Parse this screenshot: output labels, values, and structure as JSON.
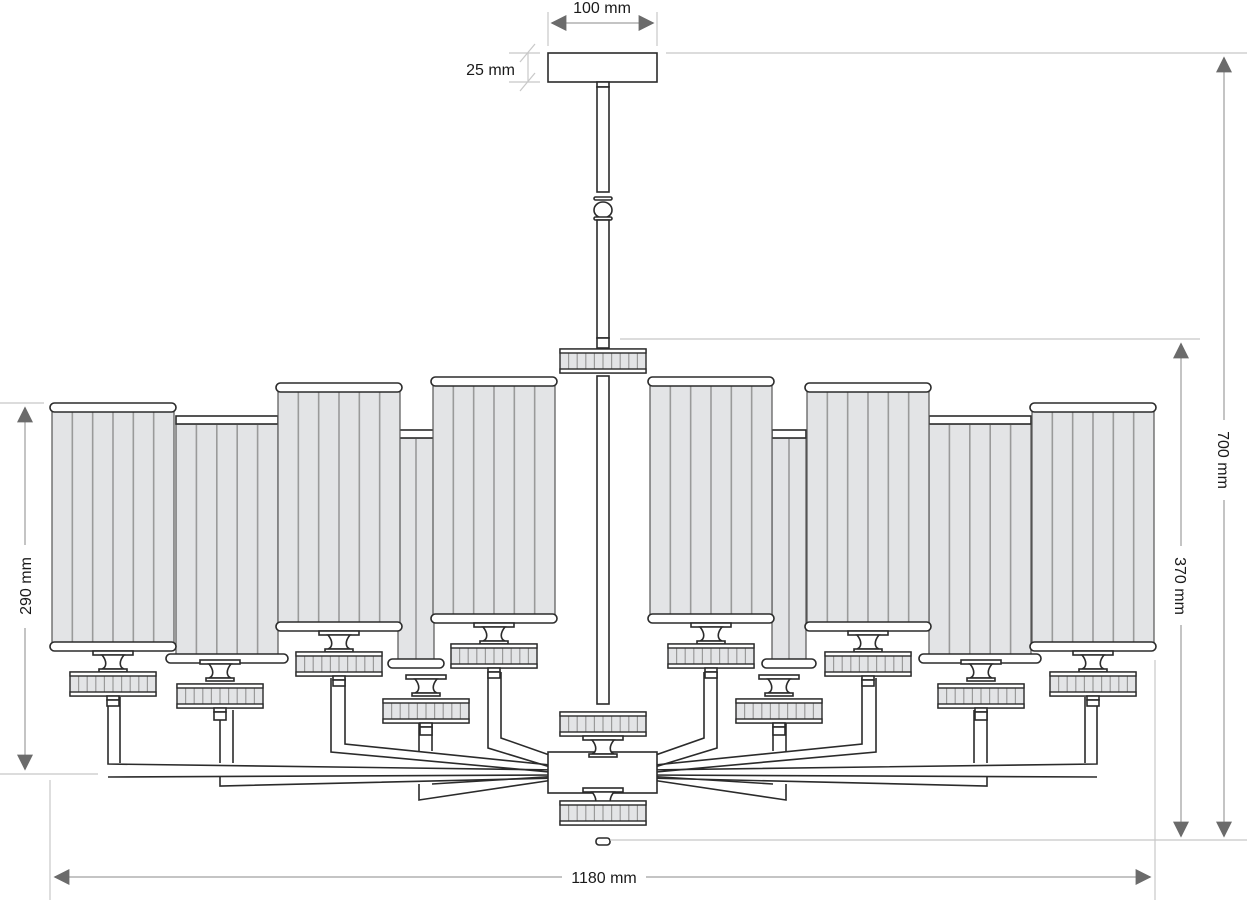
{
  "drawing": {
    "subject": "Chandelier technical dimension drawing",
    "line_color": "#2b2b2b",
    "shade_fill": "#e3e4e6",
    "dimension_line_color": "#c4c4c4",
    "arrow_color": "#6b6b6b"
  },
  "dimensions": {
    "canopy_width": {
      "label": "100 mm",
      "value_mm": 100
    },
    "canopy_height": {
      "label": "25 mm",
      "value_mm": 25
    },
    "total_height": {
      "label": "700 mm",
      "value_mm": 700
    },
    "body_height": {
      "label": "370 mm",
      "value_mm": 370
    },
    "shade_height": {
      "label": "290 mm",
      "value_mm": 290
    },
    "total_width": {
      "label": "1180 mm",
      "value_mm": 1180
    }
  },
  "fixture": {
    "light_count": 10,
    "shade_style": "pleated cylindrical"
  }
}
